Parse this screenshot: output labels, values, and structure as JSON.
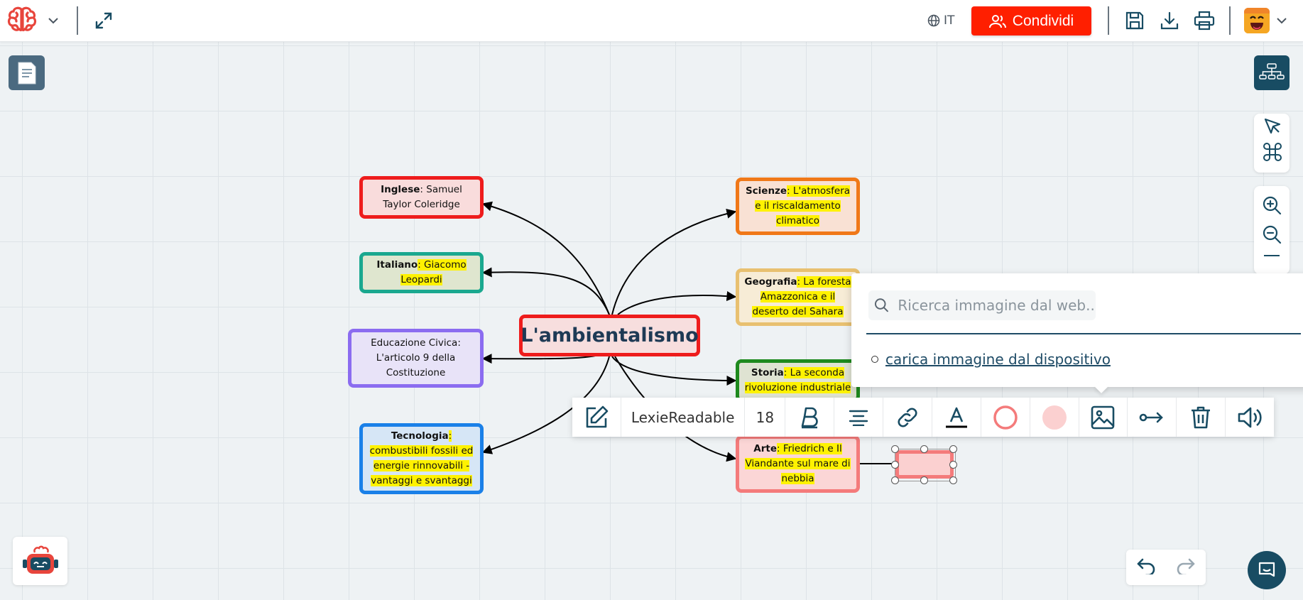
{
  "topbar": {
    "logo_icon": "brain-logo-icon",
    "menu_chevron": "chevron-down-icon",
    "expand_icon": "expand-icon",
    "language": "IT",
    "share_label": "Condividi",
    "actions": [
      "save-icon",
      "download-icon",
      "print-icon"
    ],
    "accent_color": "#ff1f00"
  },
  "map": {
    "central": "L'ambientalismo",
    "nodes": [
      {
        "id": "inglese",
        "subject": "Inglese",
        "text": ": Samuel Taylor Coleridge",
        "highlight": false,
        "border": "#ee1c1c",
        "fill": "#f9dcdc"
      },
      {
        "id": "italiano",
        "subject": "Italiano",
        "text": ": Giacomo Leopardi",
        "highlight": true,
        "border": "#1aa88f",
        "fill": "#dfe6cf"
      },
      {
        "id": "educazione",
        "subject": "",
        "text": "Educazione Civica: L'articolo 9 della Costituzione",
        "highlight": false,
        "border": "#8b6cf0",
        "fill": "#e8e3f8"
      },
      {
        "id": "tecnologia",
        "subject": "Tecnologia",
        "text": ": combustibili fossili ed energie rinnovabili - vantaggi e svantaggi",
        "highlight": true,
        "border": "#1a80e8",
        "fill": "#d6e6f6"
      },
      {
        "id": "scienze",
        "subject": "Scienze",
        "text": ": L'atmosfera e il riscaldamento climatico",
        "highlight": true,
        "border": "#f07818",
        "fill": "#f9e1d4"
      },
      {
        "id": "geografia",
        "subject": "Geografia",
        "text": ": La foresta Amazzonica e il deserto del Sahara",
        "highlight": true,
        "border": "#e8c070",
        "fill": "#f7ecd6"
      },
      {
        "id": "storia",
        "subject": "Storia",
        "text": ": La seconda rivoluzione industriale",
        "highlight": true,
        "border": "#1e8a1e",
        "fill": "#dfe3d2"
      },
      {
        "id": "arte",
        "subject": "Arte",
        "text": ": Friedrich e Il Viandante sul mare di nebbia",
        "highlight": true,
        "border": "#f47b7b",
        "fill": "#fbd6d6"
      }
    ],
    "selected_node_text": ""
  },
  "image_popup": {
    "search_placeholder": "Ricerca immagine dal web...",
    "upload_label": "carica immagine dal dispositivo"
  },
  "node_toolbar": {
    "font_name": "LexieReadable",
    "font_size": "18",
    "items": [
      "edit-icon",
      "bold-icon",
      "align-center-icon",
      "link-icon",
      "text-color-icon",
      "border-color-icon",
      "fill-color-icon",
      "image-icon",
      "connector-icon",
      "delete-icon",
      "speaker-icon"
    ],
    "border_color": "#f47b7b",
    "fill_color": "#fbd0d0"
  },
  "right_tools": [
    "mindmap-icon",
    "pointer-icon",
    "command-icon",
    "zoom-in-icon",
    "zoom-out-icon"
  ],
  "bottom": {
    "assistant_icon": "robot-icon",
    "undo_icon": "undo-icon",
    "redo_icon": "redo-icon",
    "chat_icon": "chat-icon"
  }
}
